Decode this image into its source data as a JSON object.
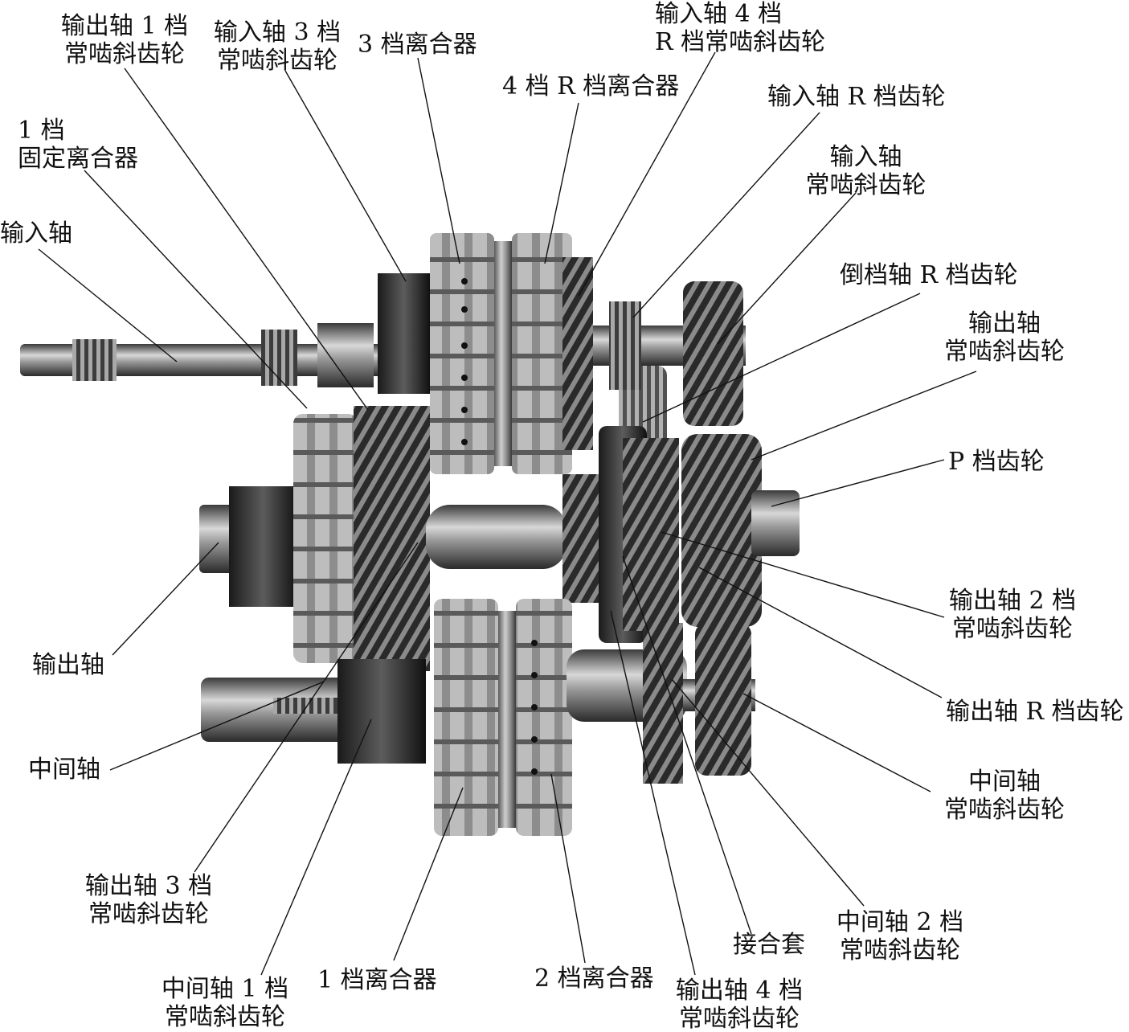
{
  "labels": {
    "out_1st_gear": [
      "输出轴 1 档",
      "常啮斜齿轮"
    ],
    "in_3rd_gear": [
      "输入轴 3 档",
      "常啮斜齿轮"
    ],
    "clutch_3rd": "3 档离合器",
    "in_4th_r_gear": [
      "输入轴 4 档",
      "R 档常啮斜齿轮"
    ],
    "clutch_4th_r": "4 档  R 档离合器",
    "in_r_gear": "输入轴 R 档齿轮",
    "fixed_clutch_1st": [
      "1 档",
      "固定离合器"
    ],
    "in_const_gear": [
      "输入轴",
      "常啮斜齿轮"
    ],
    "input_shaft": "输入轴",
    "rev_shaft_r_gear": "倒档轴 R 档齿轮",
    "out_const_gear": [
      "输出轴",
      "常啮斜齿轮"
    ],
    "p_gear": "P 档齿轮",
    "output_shaft": "输出轴",
    "out_2nd_gear": [
      "输出轴 2 档",
      "常啮斜齿轮"
    ],
    "out_r_gear": "输出轴 R 档齿轮",
    "countershaft": "中间轴",
    "counter_const_gear": [
      "中间轴",
      "常啮斜齿轮"
    ],
    "out_3rd_gear": [
      "输出轴 3 档",
      "常啮斜齿轮"
    ],
    "sleeve": "接合套",
    "counter_2nd_gear": [
      "中间轴 2 档",
      "常啮斜齿轮"
    ],
    "counter_1st_gear": [
      "中间轴 1 档",
      "常啮斜齿轮"
    ],
    "clutch_1st": "1 档离合器",
    "clutch_2nd": "2 档离合器",
    "out_4th_gear": [
      "输出轴 4 档",
      "常啮斜齿轮"
    ]
  }
}
